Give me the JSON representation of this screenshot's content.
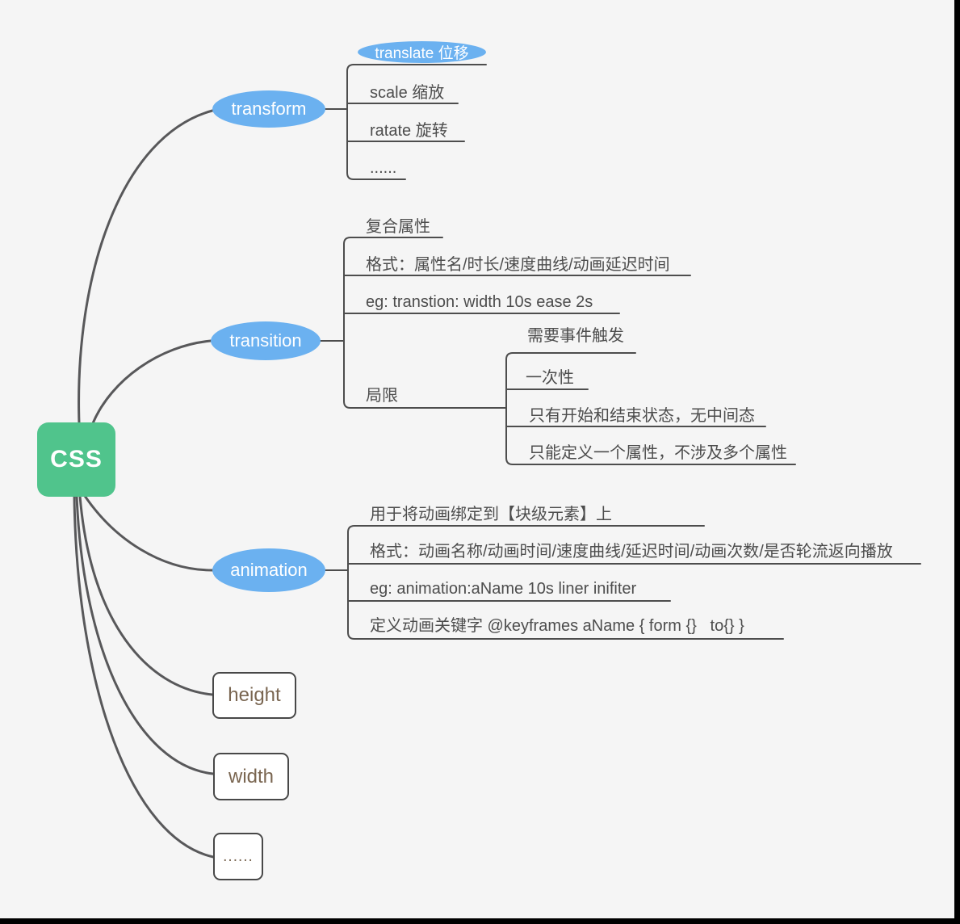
{
  "root": {
    "label": "CSS"
  },
  "branches": {
    "transform": {
      "label": "transform",
      "children": [
        {
          "label": "translate 位移",
          "style": "highlighted-ellipse"
        },
        {
          "label": "scale 缩放"
        },
        {
          "label": "ratate 旋转"
        },
        {
          "label": "......"
        }
      ]
    },
    "transition": {
      "label": "transition",
      "children": [
        {
          "label": "复合属性"
        },
        {
          "label": "格式：属性名/时长/速度曲线/动画延迟时间"
        },
        {
          "label": "eg: transtion: width 10s ease 2s"
        },
        {
          "label": "局限"
        }
      ],
      "limitation_children": [
        {
          "label": "需要事件触发"
        },
        {
          "label": "一次性"
        },
        {
          "label": "只有开始和结束状态，无中间态"
        },
        {
          "label": "只能定义一个属性，不涉及多个属性"
        }
      ]
    },
    "animation": {
      "label": "animation",
      "children": [
        {
          "label": "用于将动画绑定到【块级元素】上"
        },
        {
          "label": "格式：动画名称/动画时间/速度曲线/延迟时间/动画次数/是否轮流返向播放"
        },
        {
          "label": "eg: animation:aName 10s liner inifiter"
        },
        {
          "label": "定义动画关键字 @keyframes aName { form {}   to{} }"
        }
      ]
    },
    "height": {
      "label": "height"
    },
    "width": {
      "label": "width"
    },
    "more": {
      "label": "......"
    }
  },
  "colors": {
    "background": "#f5f5f5",
    "root_node": "#50c48c",
    "branch_node": "#6bb1f0",
    "connector_line": "#555555",
    "child_text": "#4d4d4d",
    "plain_node_text": "#7a6651",
    "plain_node_border": "#484848",
    "screen_edge": "#000000"
  }
}
